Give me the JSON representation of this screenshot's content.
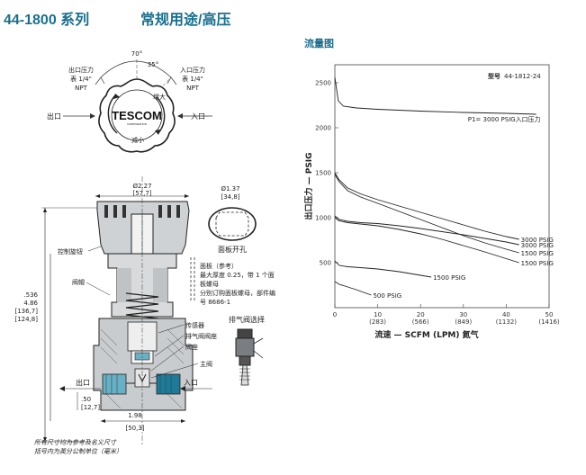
{
  "header": {
    "model": "44-1800 系列",
    "subtitle": "常规用途/高压"
  },
  "drawing": {
    "outlet_gauge": [
      "出口压力",
      "表 1/4\"",
      "NPT"
    ],
    "inlet_gauge": [
      "入口压力",
      "表 1/4\"",
      "NPT"
    ],
    "angle_70": "70°",
    "angle_35": "35°",
    "outlet": "出口",
    "inlet": "入口",
    "brand": "TESCOM",
    "brand_sub": "CORPORATION",
    "knob_increase": "增大",
    "knob_decrease": "减小",
    "width_dim": [
      "Ø2.27",
      "[57,7]"
    ],
    "panel_dim": [
      "Ø1.37",
      "[34,8]"
    ],
    "panel_hole": "面板开孔",
    "control_knob": "控制旋钮",
    "bonnet": "阀帽",
    "height_dim": [
      ".536",
      "4.86",
      "[136,7]",
      "[124,8]"
    ],
    "panel_note": [
      "面板（参考）",
      "最大厚度 0.25，带 1 个面",
      "板螺母",
      "分别订购面板螺母，部件编",
      "号 8686-1"
    ],
    "sensor": "传感器",
    "vent_seat": "排气阀阀座",
    "valve_seat": "阀座",
    "main_valve": "主阀",
    "vent_option": "排气阀选择",
    "outlet_bottom": "出口",
    "inlet_bottom": "入口",
    "dim_50": [
      ".50",
      "[12,7]"
    ],
    "dim_198": [
      "1.98",
      "[50,3]"
    ],
    "footnote": [
      "所有尺寸均为参考及名义尺寸",
      "括号内为英分公制单位（毫米）"
    ]
  },
  "chart_title": "流量图",
  "chart_data": {
    "type": "line",
    "model_label": "型号",
    "model": "44-1812-24",
    "xlabel": "流速 — SCFM (LPM) 氮气",
    "ylabel": "出口压力 — PSIG",
    "xlim": [
      0,
      50
    ],
    "ylim": [
      0,
      2700
    ],
    "x_ticks": [
      0,
      10,
      20,
      30,
      40,
      50
    ],
    "x_tick_sub": [
      "",
      "(283)",
      "(566)",
      "(849)",
      "(1132)",
      "(1416)"
    ],
    "y_ticks": [
      500,
      1000,
      1500,
      2000,
      2500
    ],
    "grid": false,
    "series": [
      {
        "name": "P1= 3000 PSIG入口压力",
        "x": [
          0,
          0.8,
          2,
          5,
          10,
          20,
          30,
          40,
          47
        ],
        "y": [
          2560,
          2300,
          2240,
          2220,
          2205,
          2185,
          2170,
          2160,
          2150
        ]
      },
      {
        "name": "3000 PSIG",
        "x": [
          0,
          1,
          3,
          6,
          10,
          15,
          20,
          25,
          30,
          35,
          40,
          43
        ],
        "y": [
          1500,
          1420,
          1330,
          1265,
          1200,
          1130,
          1060,
          990,
          920,
          850,
          790,
          760
        ]
      },
      {
        "name": "1500 PSIG",
        "x": [
          0,
          1,
          3,
          6,
          10,
          15,
          20,
          25,
          30,
          35,
          40,
          43
        ],
        "y": [
          1480,
          1400,
          1300,
          1230,
          1160,
          1070,
          980,
          890,
          800,
          720,
          650,
          610
        ]
      },
      {
        "name": "3000 PSIG",
        "x": [
          0,
          1,
          3,
          6,
          10,
          15,
          20,
          25,
          30,
          35,
          40,
          43
        ],
        "y": [
          1020,
          980,
          960,
          945,
          935,
          910,
          880,
          845,
          810,
          770,
          730,
          700
        ]
      },
      {
        "name": "1500 PSIG",
        "x": [
          0,
          1,
          3,
          6,
          10,
          15,
          20,
          25,
          30,
          35,
          40,
          43
        ],
        "y": [
          1000,
          965,
          945,
          930,
          910,
          870,
          820,
          760,
          690,
          620,
          545,
          500
        ]
      },
      {
        "name": "1500 PSIG",
        "x": [
          0,
          1,
          3,
          6,
          10,
          15,
          20,
          22.5
        ],
        "y": [
          520,
          470,
          455,
          445,
          430,
          400,
          360,
          340
        ]
      },
      {
        "name": "500 PSIG",
        "x": [
          0,
          1,
          3,
          5,
          7,
          8.5
        ],
        "y": [
          290,
          260,
          230,
          200,
          165,
          140
        ]
      }
    ]
  }
}
